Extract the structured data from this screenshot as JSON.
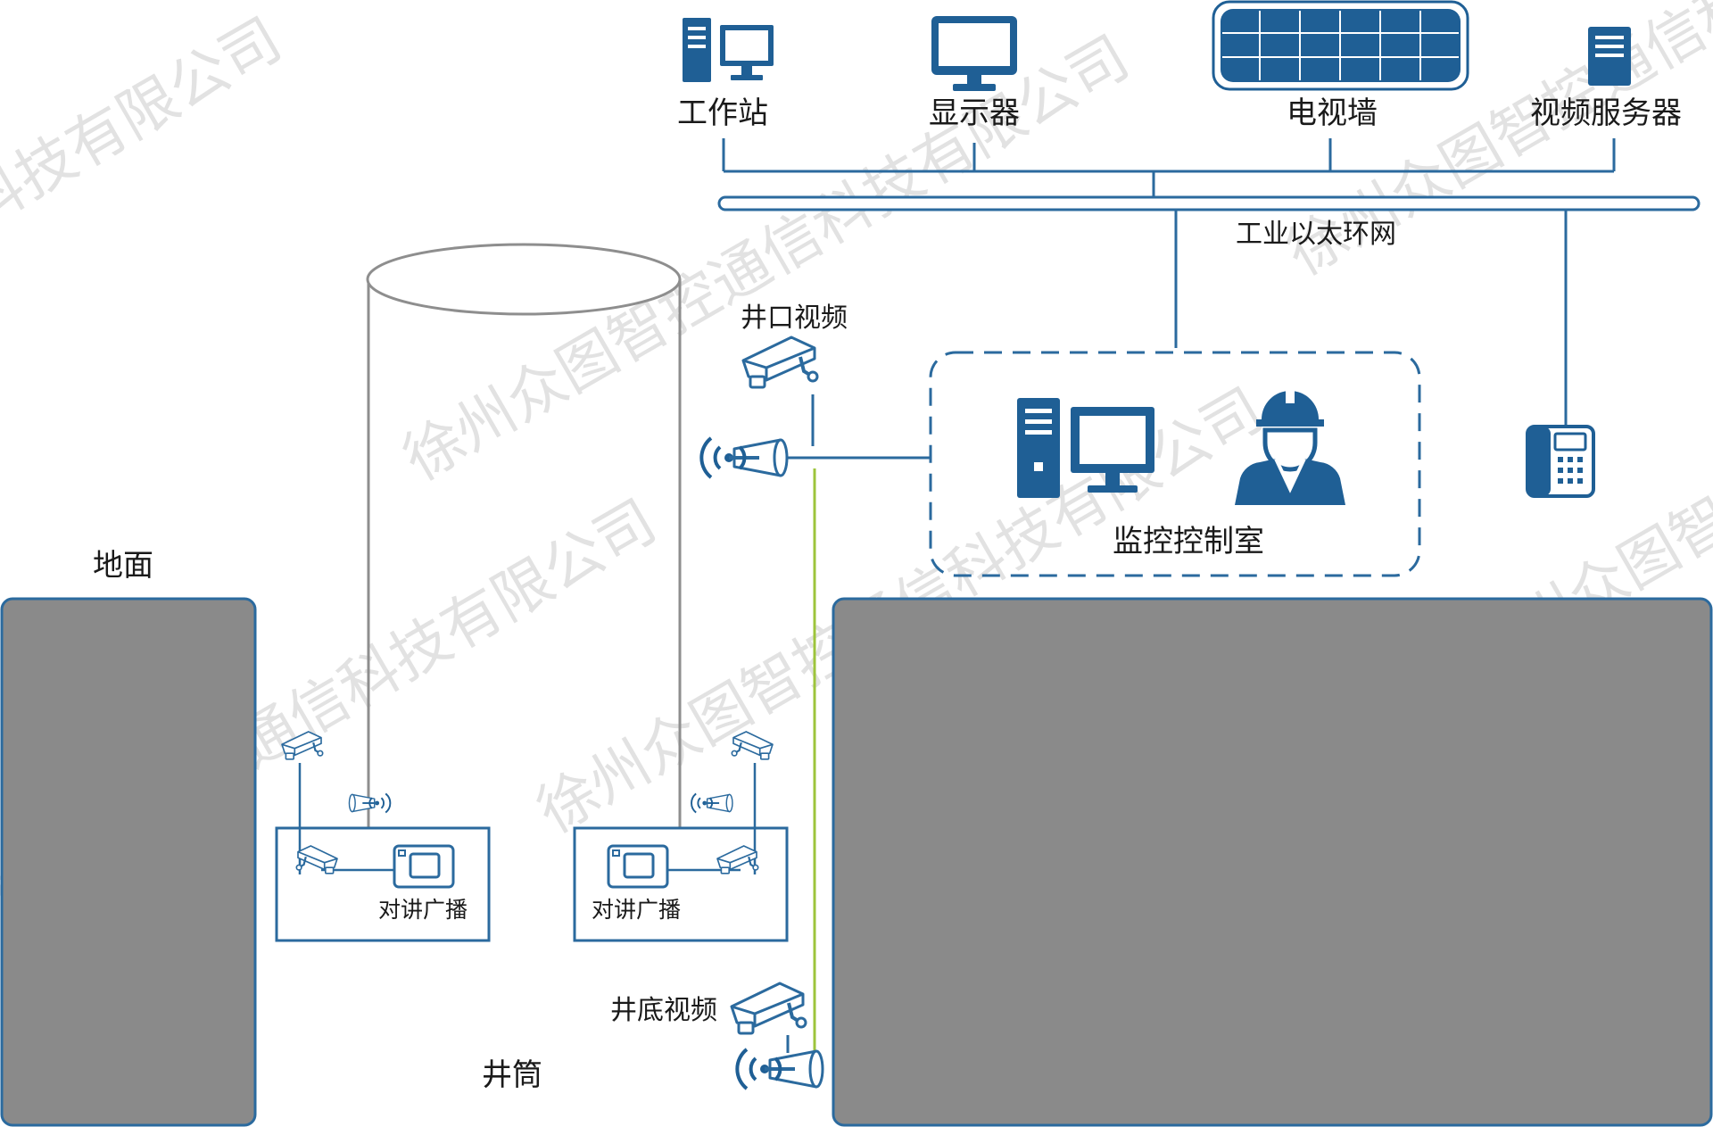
{
  "devices": {
    "workstation": "工作站",
    "display": "显示器",
    "tv_wall": "电视墙",
    "video_server": "视频服务器"
  },
  "network": {
    "ring_label": "工业以太环网"
  },
  "control_room": {
    "label": "监控控制室"
  },
  "cameras": {
    "well_mouth": "井口视频",
    "well_bottom": "井底视频"
  },
  "areas": {
    "ground": "地面",
    "shaft": "井筒"
  },
  "intercom": {
    "left_label": "对讲广播",
    "right_label": "对讲广播"
  },
  "watermark": {
    "text": "徐州众图智控通信科技有限公司"
  },
  "colors": {
    "accent_blue": "#1f5f95",
    "line_blue": "#2b6a9e",
    "ground_gray": "#8a8a8a",
    "fiber_green": "#9dc43c"
  }
}
